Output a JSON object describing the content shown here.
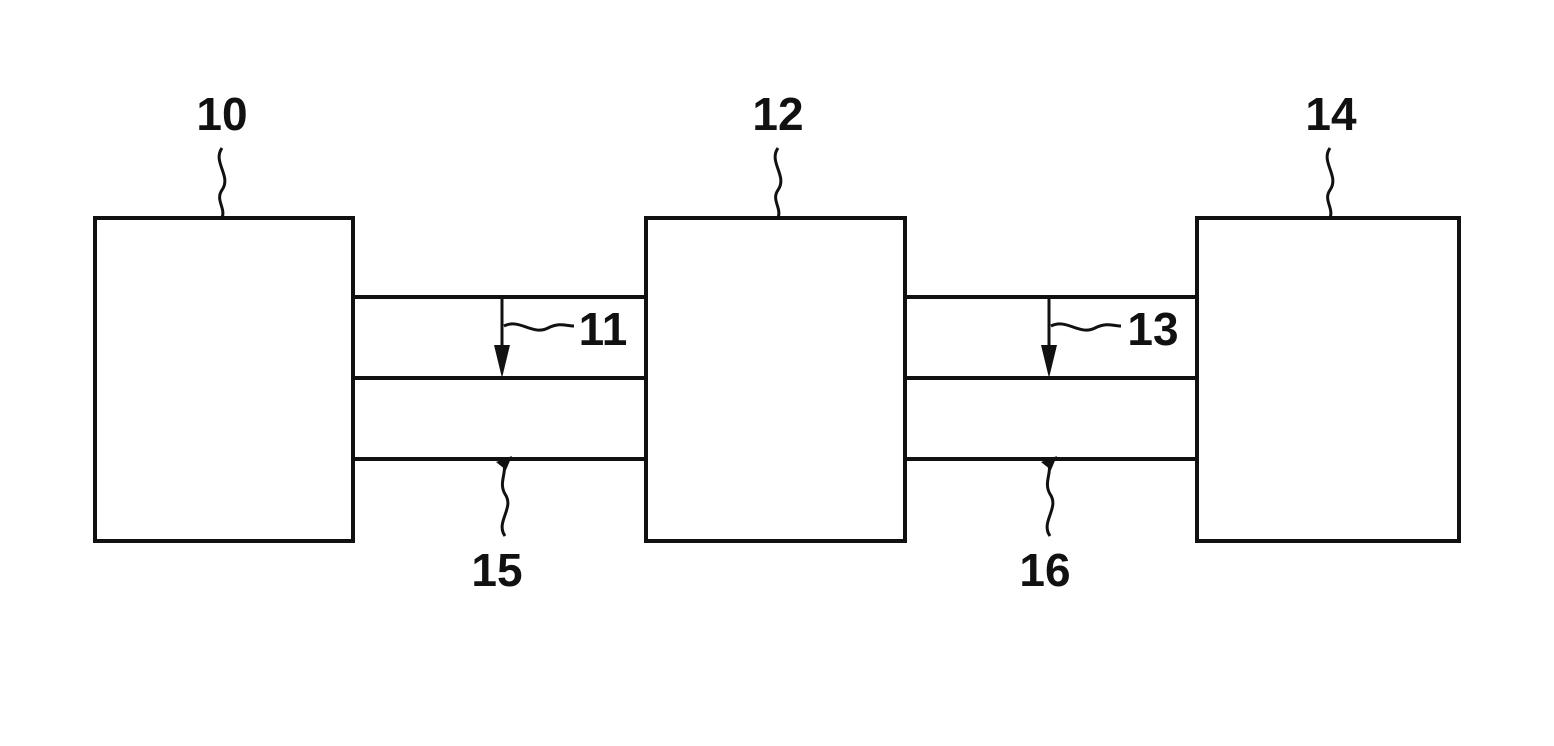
{
  "diagram": {
    "labels": {
      "block_10": "10",
      "block_12": "12",
      "block_14": "14",
      "line_11": "11",
      "line_13": "13",
      "line_15": "15",
      "line_16": "16"
    },
    "colors": {
      "stroke": "#111111",
      "background": "#ffffff"
    }
  }
}
